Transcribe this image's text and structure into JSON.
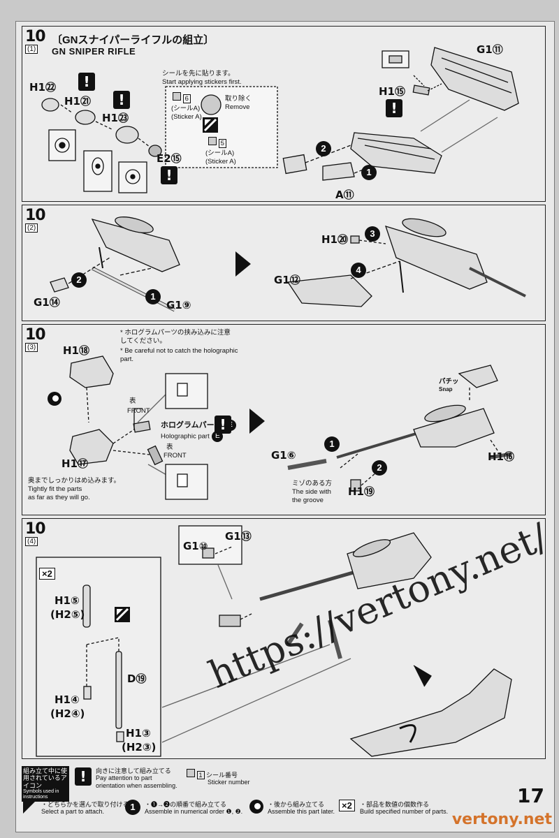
{
  "step1": {
    "num": "10",
    "sub": "(1)",
    "title_jp": "〔GNスナイパーライフルの組立〕",
    "title_en": "GN SNIPER RIFLE",
    "labels": {
      "h1_22": "H1㉒",
      "h1_21": "H1㉑",
      "h1_23": "H1㉓",
      "e2_15": "E2⑮",
      "g1_11": "G1⑪",
      "h1_15": "H1⑮",
      "a_11": "A⑪"
    },
    "sticker_note_jp": "シールを先に貼ります。",
    "sticker_note_en": "Start applying stickers first.",
    "sticker6": "6",
    "sticker5": "5",
    "sticker_a_jp": "(シールA)",
    "sticker_a_en": "(Sticker A)",
    "remove_jp": "取り除く",
    "remove_en": "Remove",
    "steps": [
      "2",
      "1"
    ]
  },
  "step2": {
    "num": "10",
    "sub": "(2)",
    "labels": {
      "g1_14": "G1⑭",
      "g1_9": "G1⑨",
      "h1_20": "H1⑳",
      "g1_12": "G1⑫"
    },
    "steps": [
      "2",
      "1",
      "3",
      "4"
    ]
  },
  "step3": {
    "num": "10",
    "sub": "(3)",
    "labels": {
      "h1_18": "H1⑱",
      "h1_17": "H1⑰",
      "g1_6": "G1⑥",
      "h1_19": "H1⑲",
      "h1_16": "H1⑯"
    },
    "holo_note_jp": "* ホログラムパーツの挟み込みに注意してください。",
    "holo_note_en": "* Be careful not to catch the holographic part.",
    "holo_part_jp": "ホログラムパーツ",
    "holo_part_en": "Holographic part",
    "holo_letter": "E",
    "front": "FRONT",
    "omote": "表",
    "fit_jp": "奥までしっかりはめ込みます。",
    "fit_en_1": "Tightly fit the parts",
    "fit_en_2": "as far as they will go.",
    "groove_jp": "ミゾのある方",
    "groove_en_1": "The side with",
    "groove_en_2": "the groove",
    "snap_jp": "パチッ",
    "snap_en": "Snap",
    "steps": [
      "1",
      "2"
    ]
  },
  "step4": {
    "num": "10",
    "sub": "(4)",
    "x2": "×2",
    "labels": {
      "g1_10": "G1⑩",
      "g1_13": "G1⑬",
      "h1_5": "H1⑤",
      "h2_5": "(H2⑤)",
      "d_19": "D⑲",
      "h1_4": "H1④",
      "h2_4": "(H2④)",
      "h1_3": "H1③",
      "h2_3": "(H2③)"
    }
  },
  "footer": {
    "icons_jp": "組み立て中に使用されているアイコン",
    "icons_en": "Symbols used in instructions",
    "attention_jp": "向きに注意して組み立てる",
    "attention_en": "Pay attention to part orientation when assembling.",
    "sticker_jp": "シール番号",
    "sticker_en": "Sticker number",
    "sticker_sample": "1",
    "select_jp": "・どちらかを選んで取り付ける",
    "select_en": "Select a part to attach.",
    "order_jp": "・❶→❷の順番で組み立てる",
    "order_en": "Assemble in numerical order ❶, ❷.",
    "later_jp": "・後から組み立てる",
    "later_en": "Assemble this part later.",
    "build_jp": "・部品を数値の個数作る",
    "build_en": "Build specified number of parts.",
    "x2": "×2",
    "page": "17"
  },
  "watermark": {
    "url": "https://vertony.net/",
    "footer": "vertony.net"
  },
  "colors": {
    "ink": "#111111",
    "paper": "#ececec",
    "watermark_orange": "#d4732b"
  }
}
